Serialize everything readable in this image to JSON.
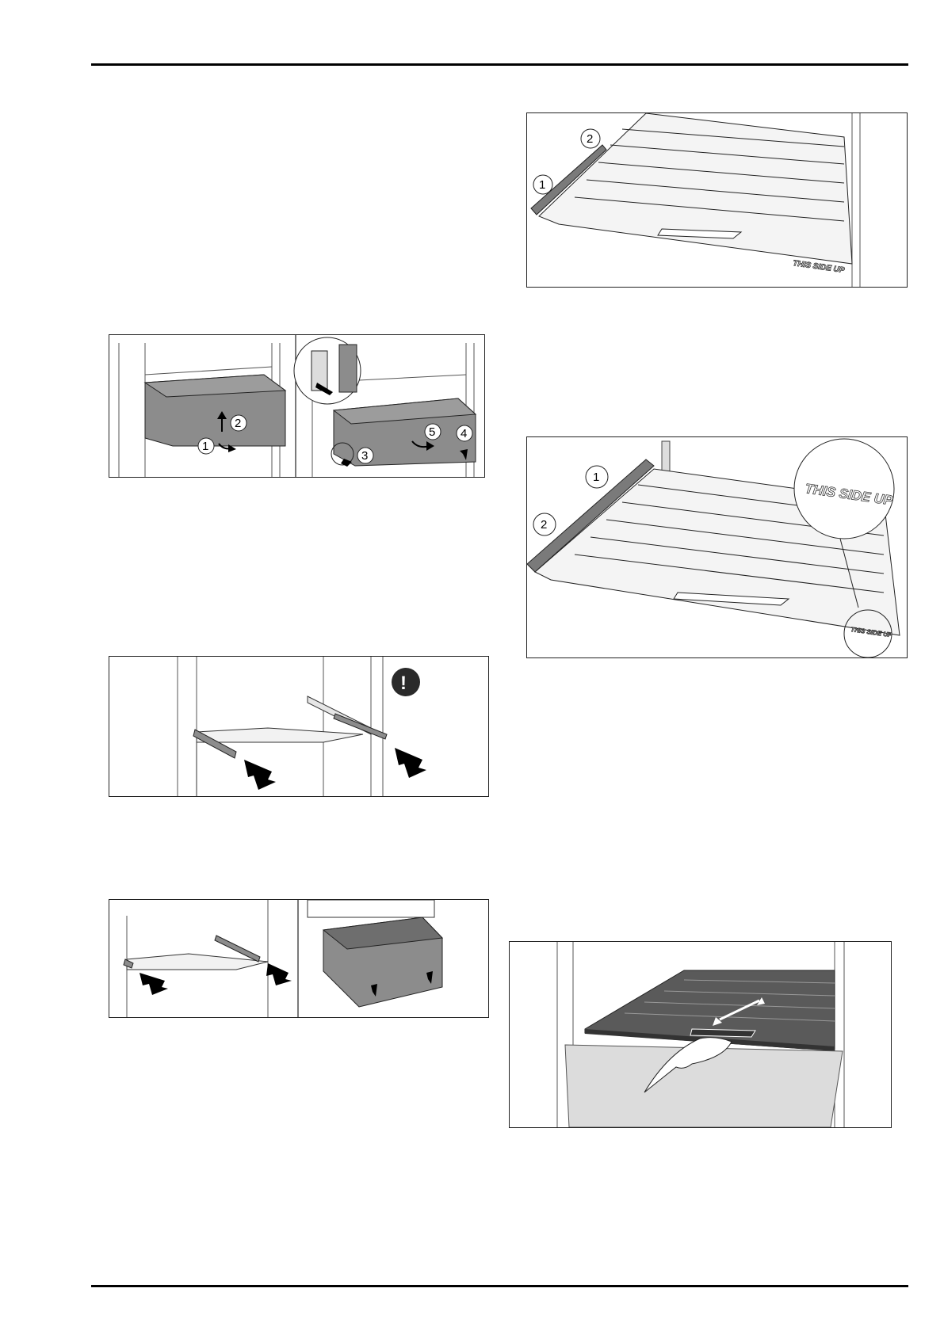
{
  "page": {
    "header_rule": true,
    "footer_rule": true
  },
  "figures": {
    "drawer_removal": {
      "callouts": [
        "1",
        "2",
        "3",
        "4",
        "5"
      ]
    },
    "rail_insert": {
      "warning_symbol": "!"
    },
    "drawer_insert": {},
    "glass_shelf_top": {
      "callouts": [
        "1",
        "2"
      ],
      "label": "THIS SIDE UP"
    },
    "glass_shelf_zoom": {
      "callouts": [
        "1",
        "2"
      ],
      "label_zoom": "THIS SIDE UP",
      "label_small": "THIS SIDE UP"
    },
    "shelf_slide": {}
  },
  "colors": {
    "drawer_gray": "#8c8c8c",
    "line": "#222222",
    "shelf_dark": "#5a5a5a"
  }
}
